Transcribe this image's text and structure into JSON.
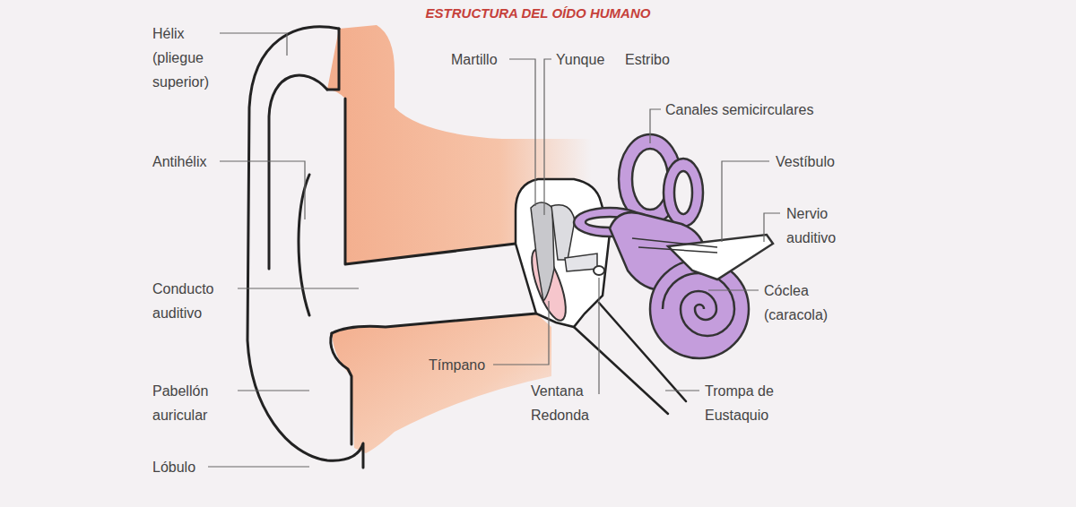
{
  "diagram": {
    "title": "ESTRUCTURA DEL OÍDO HUMANO",
    "labels": [
      "Hélix (pliegue superior)",
      "Antihélix",
      "Conducto auditivo",
      "Pabellón auricular",
      "Lóbulo",
      "Martillo",
      "Yunque",
      "Estribo",
      "Canales semicirculares",
      "Vestíbulo",
      "Nervio auditivo",
      "Cóclea (caracola)",
      "Tímpano",
      "Ventana Redonda",
      "Trompa de Eustaquio"
    ]
  }
}
